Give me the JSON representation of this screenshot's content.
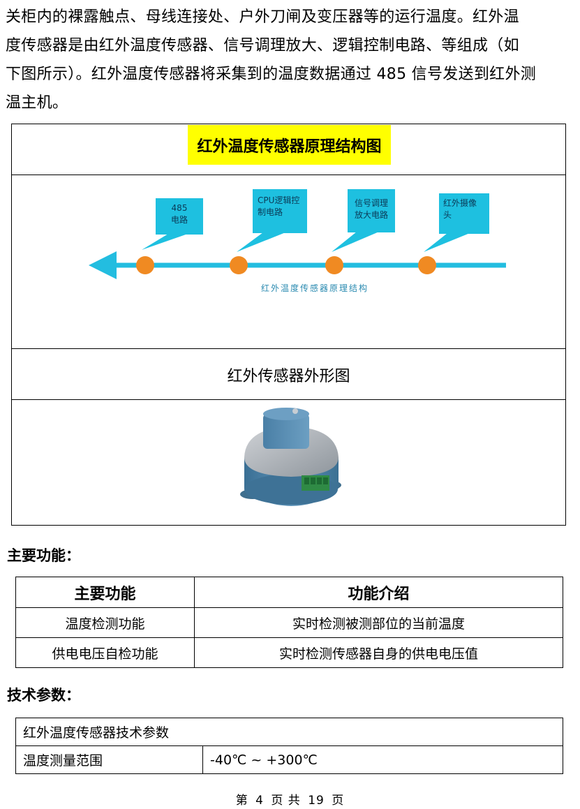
{
  "intro": {
    "lines": [
      "关柜内的裸露触点、母线连接处、户外刀闸及变压器等的运行温度。红外温",
      "度传感器是由红外温度传感器、信号调理放大、逻辑控制电路、等组成（如",
      "下图所示）。红外温度传感器将采集到的温度数据通过 485 信号发送到红外测",
      "温主机。"
    ]
  },
  "diagram_box": {
    "title": "红外温度传感器原理结构图",
    "diagram": {
      "callouts": [
        "485\n电路",
        "CPU逻辑控\n制电路",
        "信号调理\n放大电路",
        "红外摄像\n头"
      ],
      "caption": "红外温度传感器原理结构",
      "colors": {
        "callout": "#1ec0e0",
        "line": "#23bde0",
        "node": "#f08a22"
      }
    },
    "photo_title": "红外传感器外形图"
  },
  "main_functions": {
    "heading": "主要功能：",
    "headers": [
      "主要功能",
      "功能介绍"
    ],
    "rows": [
      [
        "温度检测功能",
        "实时检测被测部位的当前温度"
      ],
      [
        "供电电压自检功能",
        "实时检测传感器自身的供电电压值"
      ]
    ]
  },
  "tech_params": {
    "heading": "技术参数：",
    "title": "红外温度传感器技术参数",
    "rows": [
      [
        "温度测量范围",
        "-40℃ ~ +300℃"
      ]
    ]
  },
  "footer": {
    "prefix": "第",
    "page": "4",
    "mid": "页 共",
    "total": "19",
    "suffix": "页"
  }
}
